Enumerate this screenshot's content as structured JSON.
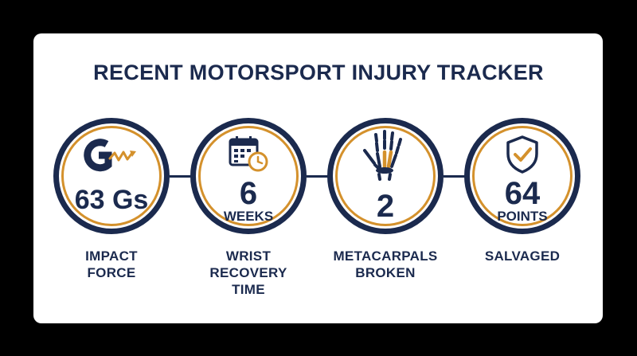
{
  "title": "RECENT MOTORSPORT INJURY TRACKER",
  "colors": {
    "navy": "#1b2a4e",
    "gold": "#d4912c",
    "background": "#000000",
    "card": "#ffffff"
  },
  "stats": [
    {
      "icon": "g-force-icon",
      "value": "63 Gs",
      "unit": "",
      "label_lines": [
        "IMPACT",
        "FORCE"
      ]
    },
    {
      "icon": "calendar-clock-icon",
      "value": "6",
      "unit": "WEEKS",
      "label_lines": [
        "WRIST",
        "RECOVERY",
        "TIME"
      ]
    },
    {
      "icon": "hand-bones-icon",
      "value": "2",
      "unit": "",
      "label_lines": [
        "METACARPALS",
        "BROKEN"
      ]
    },
    {
      "icon": "shield-check-icon",
      "value": "64",
      "unit": "POINTS",
      "label_lines": [
        "SALVAGED"
      ]
    }
  ]
}
